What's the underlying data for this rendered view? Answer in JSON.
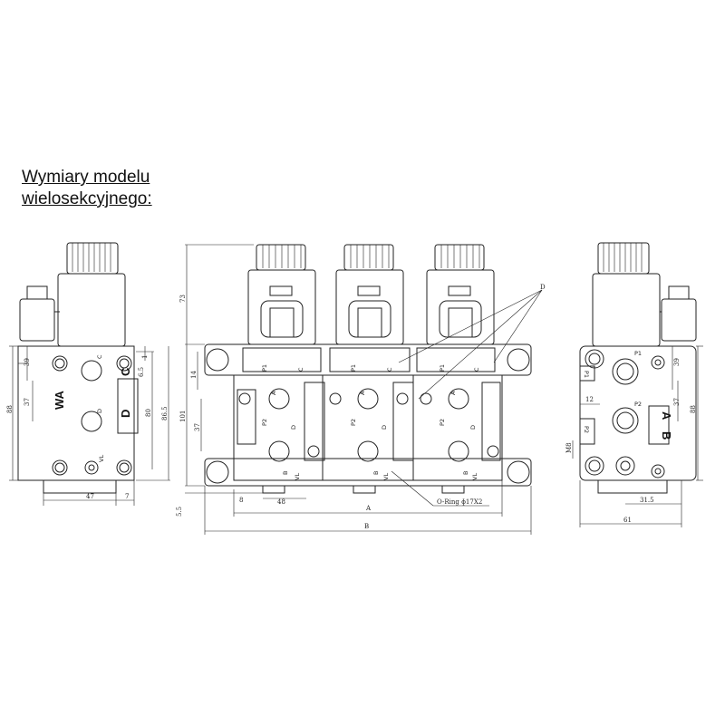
{
  "title_line1": "Wymiary modelu",
  "title_line2": "wielosekcyjnego:",
  "left_view": {
    "label_wa": "WA",
    "label_d": "D",
    "label_c": "C",
    "port_c": "C",
    "port_d": "D",
    "port_vl": "VL",
    "dim_39": "39",
    "dim_37": "37",
    "dim_88": "88",
    "dim_1": "1",
    "dim_65": "6.5",
    "dim_80": "80",
    "dim_865": "86.5",
    "dim_47": "47",
    "dim_7": "7"
  },
  "front_view": {
    "dim_73": "73",
    "dim_14": "14",
    "dim_101": "101",
    "dim_37": "37",
    "dim_55": "5.5",
    "dim_8": "8",
    "dim_48": "48",
    "dim_a": "A",
    "dim_b": "B",
    "callout_d": "D",
    "oring": "O-Ring ɸ17X2",
    "sections": [
      {
        "p1": "P1",
        "c": "C",
        "a": "A",
        "p2": "P2",
        "d": "D",
        "b": "B",
        "vl": "VL"
      },
      {
        "p1": "P1",
        "c": "C",
        "a": "A",
        "p2": "P2",
        "d": "D",
        "b": "B",
        "vl": "VL"
      },
      {
        "p1": "P1",
        "c": "C",
        "a": "A",
        "p2": "P2",
        "d": "D",
        "b": "B",
        "vl": "VL"
      }
    ]
  },
  "right_view": {
    "port_p1": "P1",
    "port_p2": "P2",
    "side_p1": "P1",
    "side_p2": "P2",
    "label_a": "A",
    "label_b": "B",
    "dim_39": "39",
    "dim_37": "37",
    "dim_88": "88",
    "dim_12": "12",
    "dim_m8": "M8",
    "dim_315": "31.5",
    "dim_61": "61"
  }
}
